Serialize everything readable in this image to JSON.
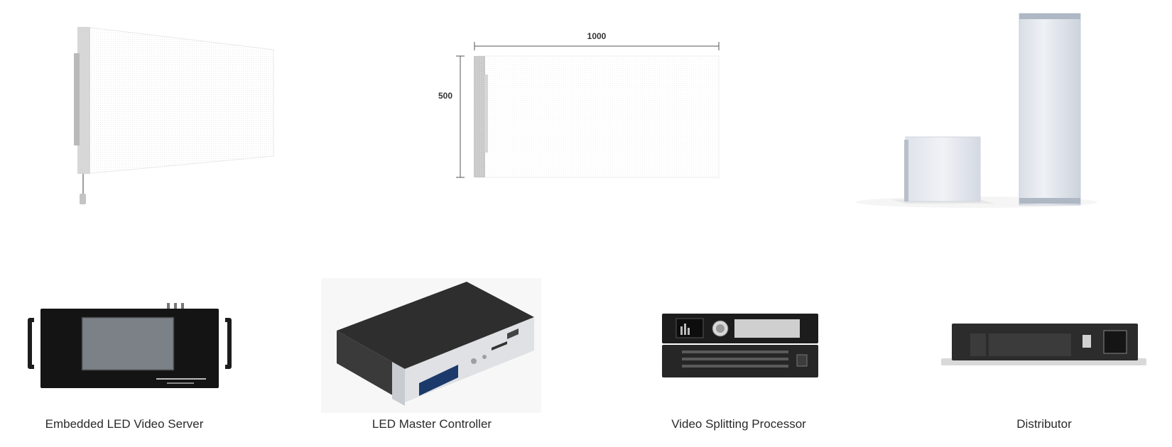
{
  "top_row": {
    "panel_1": {},
    "panel_2": {
      "width_label": "1000",
      "height_label": "500"
    },
    "panel_3": {}
  },
  "products": [
    {
      "label": "Embedded LED Video Server"
    },
    {
      "label": "LED Master Controller"
    },
    {
      "label": "Video Splitting Processor"
    },
    {
      "label": "Distributor"
    }
  ]
}
